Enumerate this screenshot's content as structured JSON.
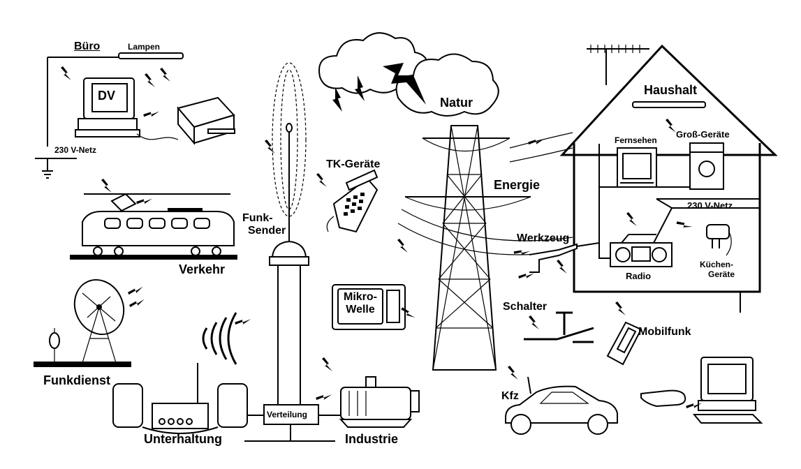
{
  "labels": {
    "buero": "Büro",
    "lampen_buero": "Lampen",
    "dv": "DV",
    "netz_buero": "230 V-Netz",
    "natur": "Natur",
    "haushalt": "Haushalt",
    "fernsehen": "Fernsehen",
    "gross_geraete": "Groß-Geräte",
    "netz_haus": "230 V-Netz",
    "tk_geraete": "TK-Geräte",
    "energie": "Energie",
    "werkzeug": "Werkzeug",
    "funk_sender_1": "Funk-",
    "funk_sender_2": "Sender",
    "verkehr": "Verkehr",
    "radio": "Radio",
    "kuechen_1": "Küchen-",
    "kuechen_2": "Geräte",
    "mikro": "Mikro-",
    "welle": "Welle",
    "schalter": "Schalter",
    "mobilfunk": "Mobilfunk",
    "funkdienst": "Funkdienst",
    "kfz": "Kfz",
    "verteilung": "Verteilung",
    "unterhaltung": "Unterhaltung",
    "industrie": "Industrie"
  }
}
